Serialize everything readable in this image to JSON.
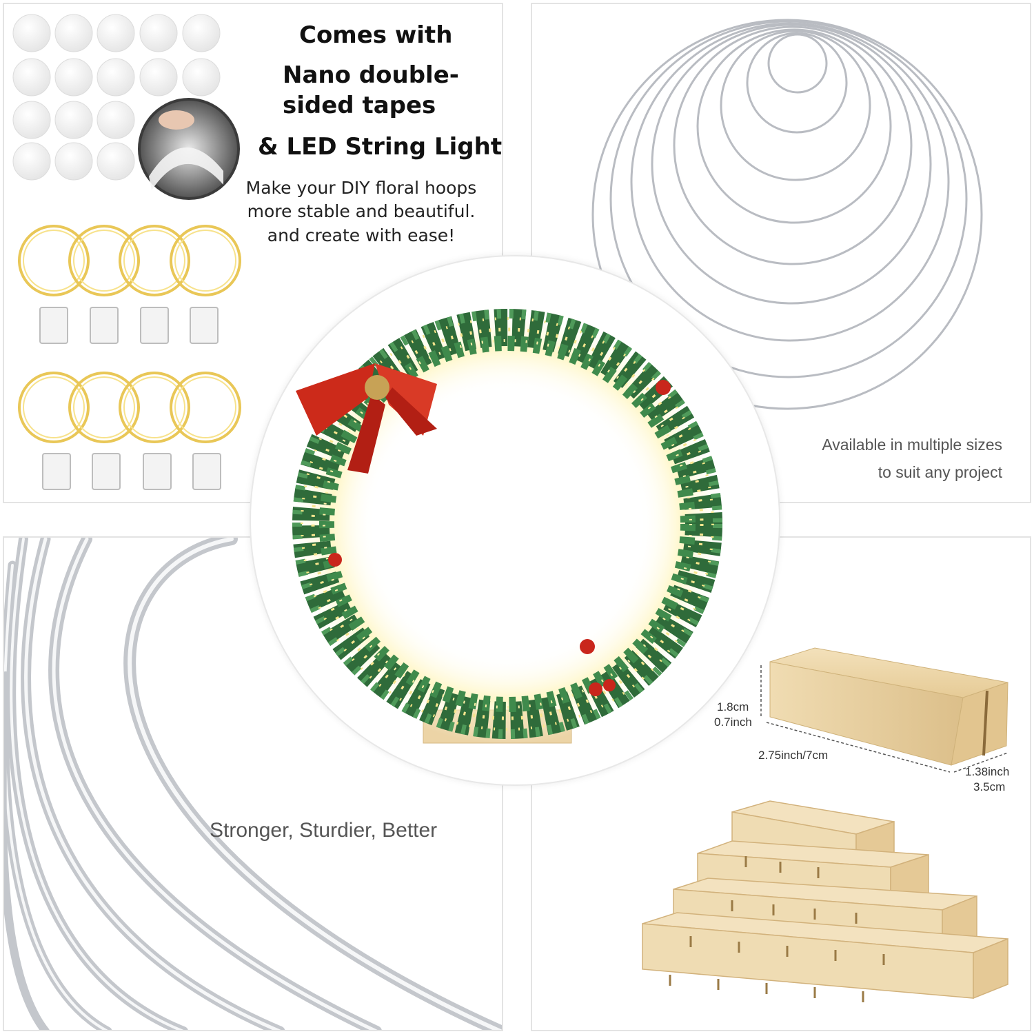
{
  "top_left": {
    "headline_1": "Comes with",
    "headline_2": "Nano double-",
    "headline_3": "sided tapes",
    "headline_4": "& LED String Light",
    "desc_1": "Make your DIY floral hoops",
    "desc_2": "more stable and beautiful.",
    "desc_3": "and create with ease!"
  },
  "top_right": {
    "caption_1": "Available in multiple sizes",
    "caption_2": "to suit any project"
  },
  "bottom_left": {
    "slogan": "Stronger, Sturdier, Better"
  },
  "bottom_right": {
    "height_cm": "1.8cm",
    "height_inch": "0.7inch",
    "length": "2.75inch/7cm",
    "width_inch": "1.38inch",
    "width_cm": "3.5cm"
  },
  "colors": {
    "panel_border": "#e3e3e3",
    "hoop_silver": "#b9bcc2",
    "wood": "#ecd4a6",
    "pine_green": "#2f6b3a",
    "bow_red": "#cc2a1a",
    "led_gold": "#f5d76e"
  },
  "icons": [
    "tape-dot-icon",
    "led-string-icon",
    "battery-box-icon",
    "metal-hoop-icon",
    "wood-stand-icon",
    "wreath-icon"
  ]
}
